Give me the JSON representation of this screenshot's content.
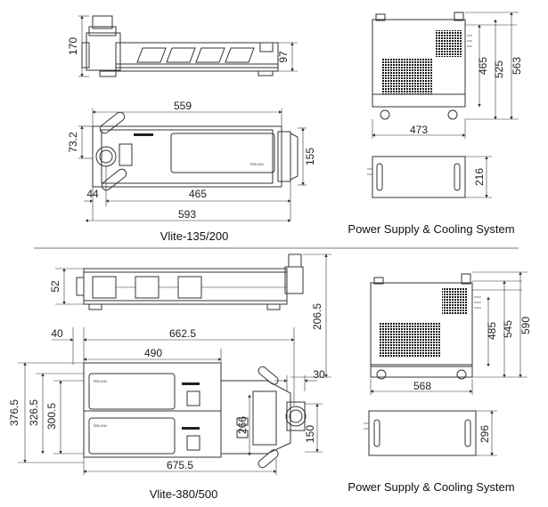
{
  "captions": {
    "vlite_small": "Vlite-135/200",
    "power_top": "Power Supply & Cooling System",
    "vlite_large": "Vlite-380/500",
    "power_bottom": "Power Supply & Cooling System"
  },
  "dimensions": {
    "small_side_height": "170",
    "small_side_97": "97",
    "small_top_559": "559",
    "small_top_73_2": "73.2",
    "small_top_155": "155",
    "small_top_44": "44",
    "small_top_465": "465",
    "small_top_593": "593",
    "ps_top_465": "465",
    "ps_top_525": "525",
    "ps_top_563": "563",
    "ps_top_473": "473",
    "ps_top_216": "216",
    "large_side_52": "52",
    "large_side_206_5": "206.5",
    "large_top_40": "40",
    "large_top_662_5": "662.5",
    "large_top_490": "490",
    "large_top_30": "30",
    "large_top_376_5": "376.5",
    "large_top_326_5": "326.5",
    "large_top_300_5": "300.5",
    "large_top_266": "266",
    "large_top_150": "150",
    "large_top_675_5": "675.5",
    "ps_bot_485": "485",
    "ps_bot_545": "545",
    "ps_bot_590": "590",
    "ps_bot_568": "568",
    "ps_bot_296": "296"
  },
  "device_labels": {
    "tube_small": "TEB-000",
    "tube_large_1": "TEB-000",
    "tube_large_2": "TEB-000"
  }
}
